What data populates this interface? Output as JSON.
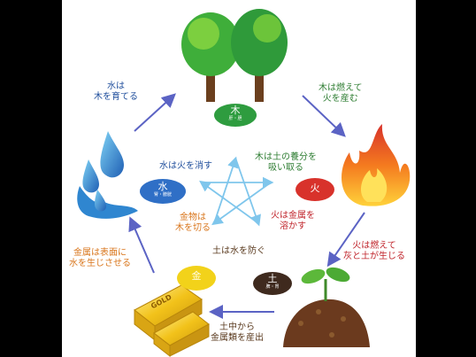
{
  "elements": {
    "wood": {
      "kanji": "木",
      "sub": "肝・胆"
    },
    "fire": {
      "kanji": "火",
      "sub": ""
    },
    "earth": {
      "kanji": "土",
      "sub": "脾・胃"
    },
    "metal": {
      "kanji": "金",
      "sub": ""
    },
    "water": {
      "kanji": "水",
      "sub": "腎・膀胱"
    }
  },
  "generating": {
    "water_wood": [
      "水は",
      "木を育てる"
    ],
    "wood_fire": [
      "木は燃えて",
      "火を産む"
    ],
    "fire_earth": [
      "火は燃えて",
      "灰と土が生じる"
    ],
    "earth_metal": [
      "土中から",
      "金属類を産出"
    ],
    "metal_water": [
      "金属は表面に",
      "水を生じさせる"
    ]
  },
  "controlling": {
    "water_fire": "水は火を消す",
    "wood_earth": [
      "木は土の養分を",
      "吸い取る"
    ],
    "fire_metal": [
      "火は金属を",
      "溶かす"
    ],
    "earth_water": "土は水を防ぐ",
    "metal_wood": [
      "金物は",
      "木を切る"
    ]
  },
  "gold_bar_text": "GOLD",
  "colors": {
    "background": "#ffffff",
    "outer_frame": "#000000",
    "generating_arrow": "#5b63c4",
    "controlling_arrow": "#7fc6ec",
    "wood": "#2e9c3f",
    "fire": "#d8322b",
    "earth": "#3f2a1e",
    "metal": "#f2d21a",
    "water": "#2f6fc6"
  },
  "icons": [
    "trees-icon",
    "flame-icon",
    "soil-sprout-icon",
    "gold-bars-icon",
    "water-drops-icon"
  ]
}
